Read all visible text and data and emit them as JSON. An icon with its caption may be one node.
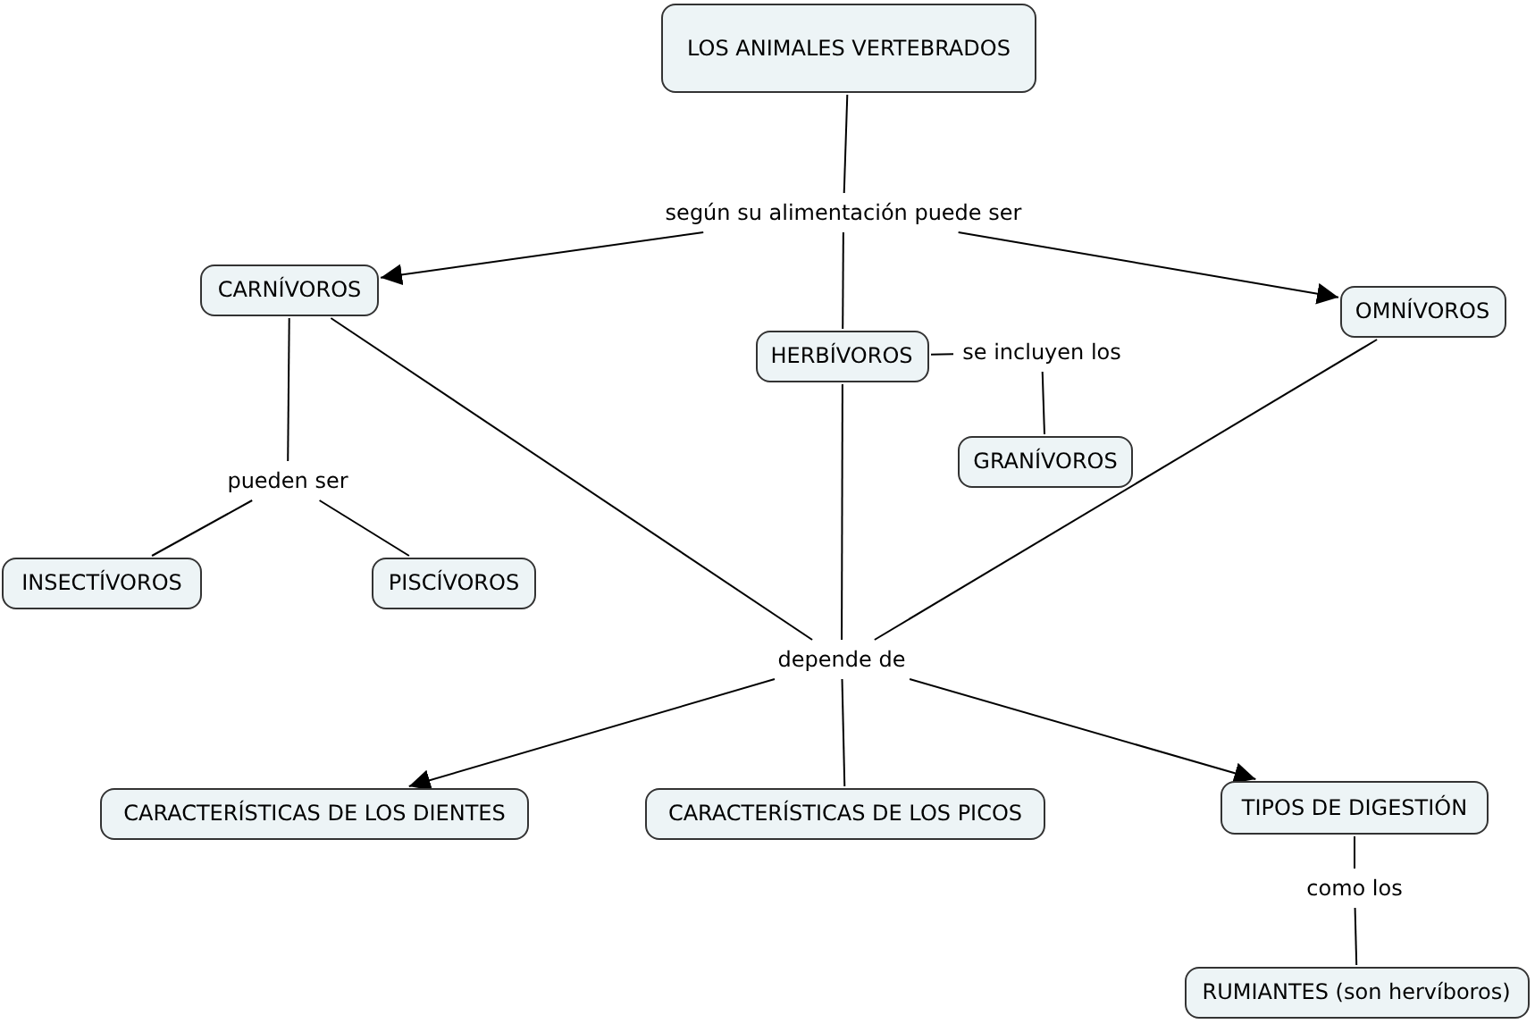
{
  "diagram": {
    "nodes": [
      {
        "text": [
          "LOS ANIMALES VERTEBRADOS"
        ]
      },
      {
        "text": [
          "según su alimentación puede ser"
        ]
      },
      {
        "text": [
          "CARNÍVOROS"
        ]
      },
      {
        "text": [
          "HERBÍVOROS"
        ]
      },
      {
        "text": [
          "OMNÍVOROS"
        ]
      },
      {
        "text": [
          "se incluyen los"
        ]
      },
      {
        "text": [
          "GRANÍVOROS"
        ]
      },
      {
        "text": [
          "pueden ser"
        ]
      },
      {
        "text": [
          "INSECTÍVOROS"
        ]
      },
      {
        "text": [
          "PISCÍVOROS"
        ]
      },
      {
        "text": [
          "depende de"
        ]
      },
      {
        "text": [
          "CARACTERÍSTICAS DE LOS DIENTES"
        ]
      },
      {
        "text": [
          "CARACTERÍSTICAS DE LOS PICOS"
        ]
      },
      {
        "text": [
          "TIPOS DE DIGESTIÓN"
        ]
      },
      {
        "text": [
          "como los"
        ]
      },
      {
        "text": [
          "RUMIANTES (son hervíboros)"
        ]
      }
    ],
    "edges": [
      {
        "from": 0,
        "to": 1,
        "arrow": "none"
      },
      {
        "from": 1,
        "to": 2,
        "arrow": "to"
      },
      {
        "from": 1,
        "to": 3,
        "arrow": "none"
      },
      {
        "from": 1,
        "to": 4,
        "arrow": "to"
      },
      {
        "from": 3,
        "to": 5,
        "arrow": "none"
      },
      {
        "from": 5,
        "to": 6,
        "arrow": "none"
      },
      {
        "from": 2,
        "to": 7,
        "arrow": "none"
      },
      {
        "from": 7,
        "to": 8,
        "arrow": "none"
      },
      {
        "from": 7,
        "to": 9,
        "arrow": "none"
      },
      {
        "from": 2,
        "to": 10,
        "arrow": "none"
      },
      {
        "from": 3,
        "to": 10,
        "arrow": "none"
      },
      {
        "from": 4,
        "to": 10,
        "arrow": "none"
      },
      {
        "from": 10,
        "to": 11,
        "arrow": "to"
      },
      {
        "from": 10,
        "to": 12,
        "arrow": "none"
      },
      {
        "from": 10,
        "to": 13,
        "arrow": "to"
      },
      {
        "from": 13,
        "to": 14,
        "arrow": "none"
      },
      {
        "from": 14,
        "to": 15,
        "arrow": "none"
      }
    ]
  }
}
